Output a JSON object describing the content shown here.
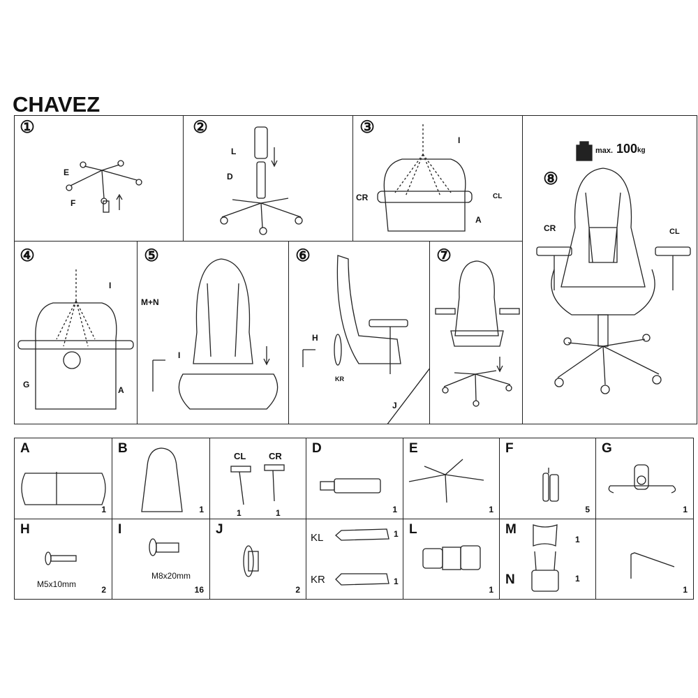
{
  "title": "CHAVEZ",
  "steps": [
    {
      "number": "①",
      "labels": [
        "E",
        "F"
      ]
    },
    {
      "number": "②",
      "labels": [
        "L",
        "D"
      ]
    },
    {
      "number": "③",
      "labels": [
        "I",
        "CR",
        "CL",
        "A"
      ]
    },
    {
      "number": "④",
      "labels": [
        "I",
        "G",
        "A"
      ]
    },
    {
      "number": "⑤",
      "labels": [
        "M+N",
        "I"
      ]
    },
    {
      "number": "⑥",
      "labels": [
        "H",
        "KR",
        "J"
      ]
    },
    {
      "number": "⑦",
      "labels": []
    },
    {
      "number": "⑧",
      "labels": [
        "CR",
        "CL"
      ],
      "max_prefix": "max.",
      "max_value": "100",
      "max_unit": "kg"
    }
  ],
  "parts": [
    {
      "letter": "A",
      "qty": "1"
    },
    {
      "letter": "B",
      "qty": "1"
    },
    {
      "letter": "",
      "sub": [
        {
          "label": "CL",
          "qty": "1"
        },
        {
          "label": "CR",
          "qty": "1"
        }
      ]
    },
    {
      "letter": "D",
      "qty": "1"
    },
    {
      "letter": "E",
      "qty": "1"
    },
    {
      "letter": "F",
      "qty": "5"
    },
    {
      "letter": "G",
      "qty": "1"
    },
    {
      "letter": "H",
      "qty": "2",
      "spec": "M5x10mm"
    },
    {
      "letter": "I",
      "qty": "16",
      "spec": "M8x20mm"
    },
    {
      "letter": "J",
      "qty": "2"
    },
    {
      "letter": "",
      "sub": [
        {
          "label": "KL",
          "qty": "1"
        },
        {
          "label": "KR",
          "qty": "1"
        }
      ]
    },
    {
      "letter": "L",
      "qty": "1"
    },
    {
      "letter": "",
      "sub": [
        {
          "label": "M",
          "qty": "1"
        },
        {
          "label": "N",
          "qty": "1"
        }
      ]
    },
    {
      "letter": "",
      "qty": "1"
    }
  ]
}
